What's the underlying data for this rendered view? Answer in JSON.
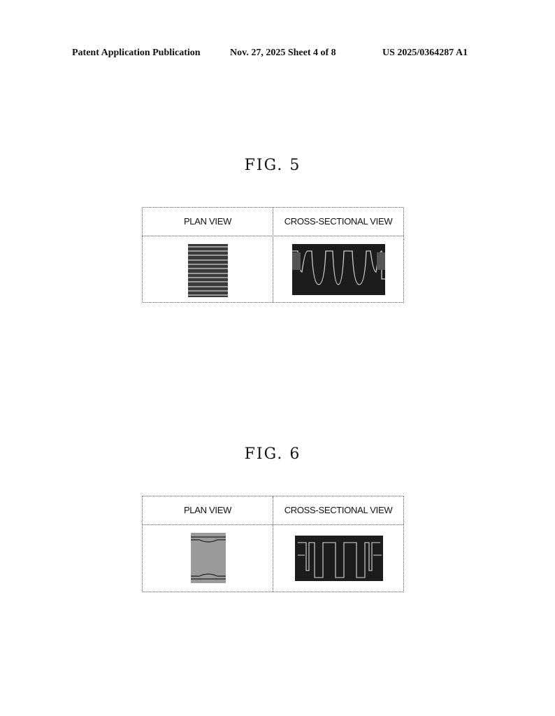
{
  "header": {
    "left": "Patent Application Publication",
    "middle": "Nov. 27, 2025  Sheet 4 of 8",
    "right": "US 2025/0364287 A1"
  },
  "figures": [
    {
      "title": "FIG. 5",
      "columns": [
        "PLAN VIEW",
        "CROSS-SECTIONAL VIEW"
      ]
    },
    {
      "title": "FIG. 6",
      "columns": [
        "PLAN VIEW",
        "CROSS-SECTIONAL VIEW"
      ]
    }
  ]
}
